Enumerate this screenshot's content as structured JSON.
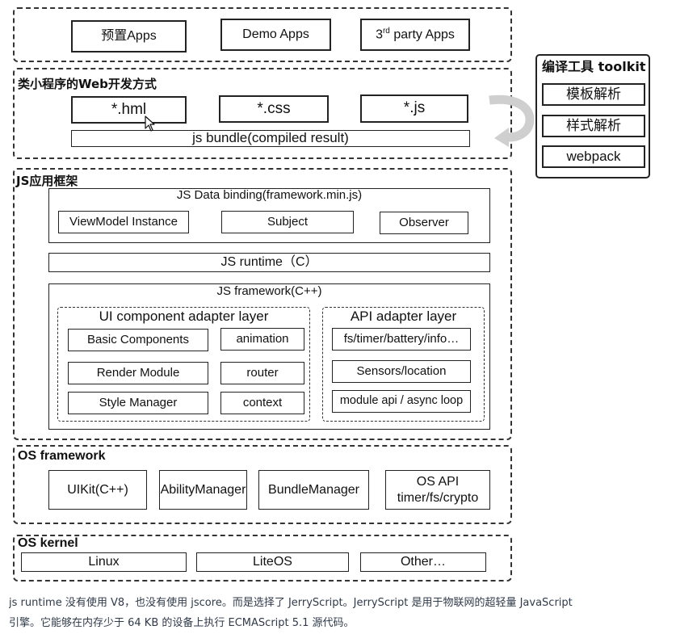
{
  "apps": [
    "预置Apps",
    "Demo Apps",
    "party Apps"
  ],
  "apps_third_prefix": "3",
  "apps_third_sup": "rd",
  "web_dev": {
    "title": "类小程序的Web开发方式",
    "files": [
      "*.hml",
      "*.css",
      "*.js"
    ],
    "bundle": "js bundle(compiled result)"
  },
  "toolkit": {
    "title": "编译工具 toolkit",
    "items": [
      "模板解析",
      "样式解析",
      "webpack"
    ]
  },
  "js_framework_section": {
    "title": "JS应用框架",
    "data_binding": {
      "title": "JS Data binding(framework.min.js)",
      "items": [
        "ViewModel Instance",
        "Subject",
        "Observer"
      ]
    },
    "runtime": "JS runtime（C）",
    "framework": {
      "title": "JS framework(C++)",
      "ui_adapter": {
        "title": "UI component adapter layer",
        "items": [
          "Basic Components",
          "animation",
          "Render Module",
          "router",
          "Style Manager",
          "context"
        ]
      },
      "api_adapter": {
        "title": "API adapter layer",
        "items": [
          "fs/timer/battery/info…",
          "Sensors/location",
          "module api / async loop"
        ]
      }
    }
  },
  "os_framework": {
    "title": "OS framework",
    "items": [
      "UIKit(C++)",
      "AbilityManager",
      "BundleManager"
    ],
    "os_api_line1": "OS API",
    "os_api_line2": "timer/fs/crypto"
  },
  "os_kernel": {
    "title": "OS kernel",
    "items": [
      "Linux",
      "LiteOS",
      "Other…"
    ]
  },
  "caption": {
    "line1": "js runtime 没有使用 V8，也没有使用 jscore。而是选择了 JerryScript。JerryScript 是用于物联网的超轻量 JavaScript",
    "line2": "引擎。它能够在内存少于 64 KB 的设备上执行 ECMAScript 5.1 源代码。"
  }
}
